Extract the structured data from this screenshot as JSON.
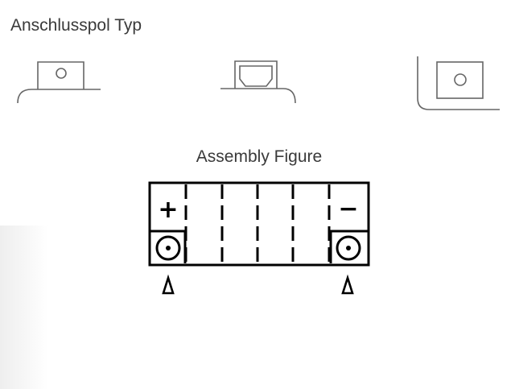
{
  "terminal_section": {
    "title": "Anschlusspol Typ",
    "variants": [
      {
        "icon": "terminal-type-flat-tab-icon"
      },
      {
        "icon": "terminal-type-bolt-nut-icon"
      },
      {
        "icon": "terminal-type-corner-block-icon"
      }
    ]
  },
  "assembly_section": {
    "title": "Assembly Figure",
    "positive_symbol": "+",
    "negative_symbol": "−",
    "cell_count": 6,
    "colors": {
      "line": "#000000",
      "sketch": "#666666"
    }
  }
}
